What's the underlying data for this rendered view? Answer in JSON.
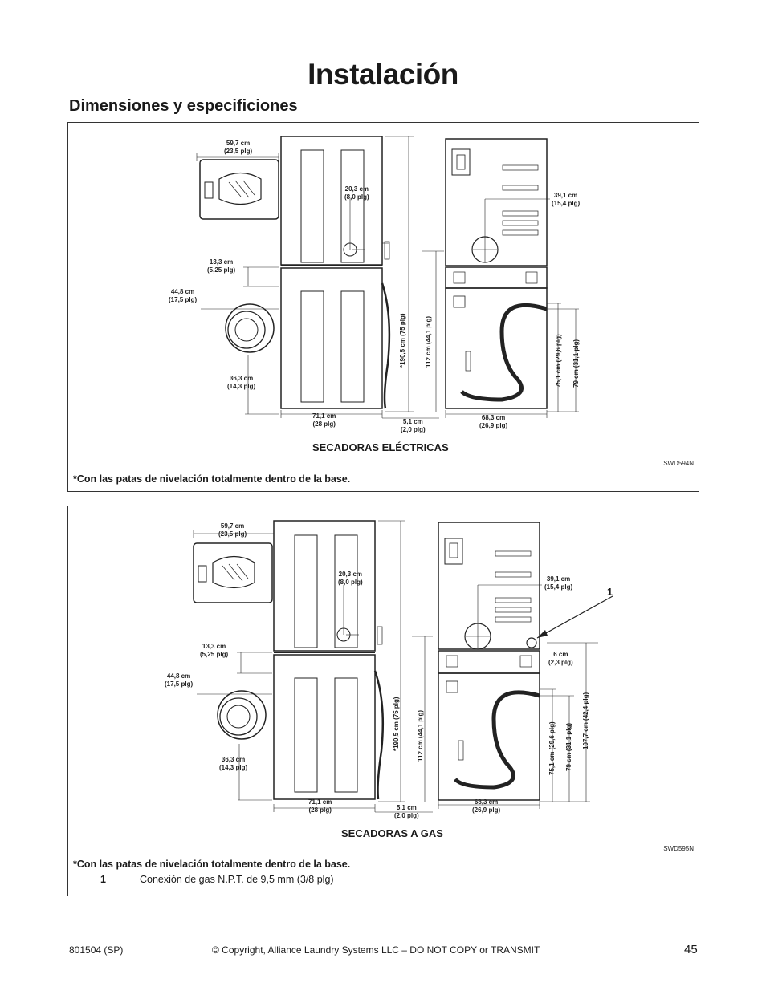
{
  "page": {
    "title": "Instalación",
    "section_title": "Dimensiones y especificiones"
  },
  "electric": {
    "caption": "SECADORAS ELÉCTRICAS",
    "code": "SWD594N",
    "note": "*Con las patas de nivelación totalmente dentro de la base.",
    "dims": {
      "width_top": "59,7 cm\n(23,5 plg)",
      "vent_height": "20,3 cm\n(8,0 plg)",
      "side_offset": "39,1 cm\n(15,4 plg)",
      "gap": "13,3 cm\n(5,25 plg)",
      "door_height": "44,8 cm\n(17,5 plg)",
      "door_bottom": "36,3 cm\n(14,3 plg)",
      "width_base": "71,1 cm\n(28 plg)",
      "rear_offset": "5,1 cm\n(2,0 plg)",
      "depth": "68,3 cm\n(26,9 plg)",
      "total_height": "*190,5 cm (75 plg)",
      "dryer_height": "112 cm (44,1 plg)",
      "hookup_height_a": "75,1 cm (29,6 plg)",
      "hookup_height_b": "79 cm (31,1 plg)"
    }
  },
  "gas": {
    "caption": "SECADORAS A GAS",
    "code": "SWD595N",
    "note": "*Con las patas de nivelación totalmente dentro de la base.",
    "callout": "1",
    "legend_number": "1",
    "legend_text": "Conexión de gas N.P.T. de 9,5 mm (3/8 plg)",
    "dims": {
      "width_top": "59,7 cm\n(23,5 plg)",
      "vent_height": "20,3 cm\n(8,0 plg)",
      "side_offset": "39,1 cm\n(15,4 plg)",
      "gas_offset": "6 cm\n(2,3 plg)",
      "gap": "13,3 cm\n(5,25 plg)",
      "door_height": "44,8 cm\n(17,5 plg)",
      "door_bottom": "36,3 cm\n(14,3 plg)",
      "width_base": "71,1 cm\n(28 plg)",
      "rear_offset": "5,1 cm\n(2,0 plg)",
      "depth": "68,3 cm\n(26,9 plg)",
      "total_height": "*190,5 cm (75 plg)",
      "dryer_height": "112 cm (44,1 plg)",
      "hookup_height_a": "75,1 cm (29,6 plg)",
      "hookup_height_b": "79 cm (31,1 plg)",
      "gas_height": "107,7 cm (42,4 plg)"
    }
  },
  "footer": {
    "doc_number": "801504 (SP)",
    "copyright": "© Copyright, Alliance Laundry Systems LLC – DO NOT COPY or TRANSMIT",
    "page_number": "45"
  }
}
